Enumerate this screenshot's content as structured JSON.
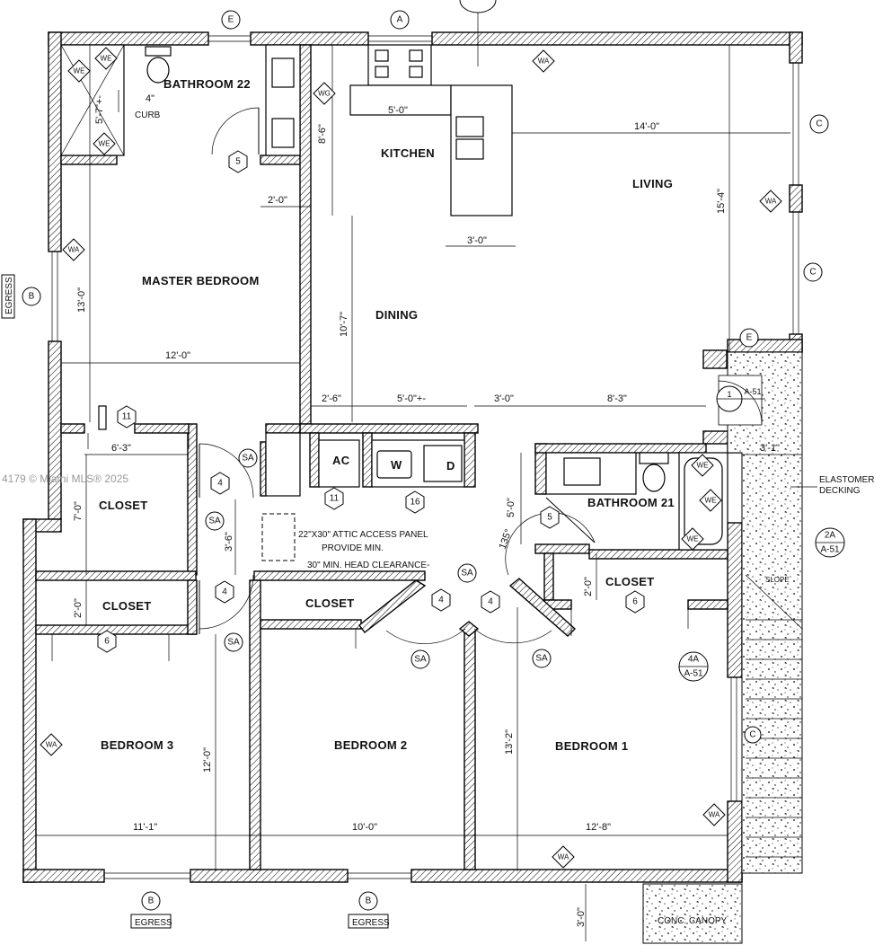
{
  "rooms": {
    "bathroom22": "BATHROOM  22",
    "kitchen": "KITCHEN",
    "living": "LIVING",
    "master": "MASTER BEDROOM",
    "dining": "DINING",
    "closet_a": "CLOSET",
    "closet_b": "CLOSET",
    "closet_c": "CLOSET",
    "closet_d": "CLOSET",
    "bathroom21": "BATHROOM  21",
    "bedroom3": "BEDROOM  3",
    "bedroom2": "BEDROOM  2",
    "bedroom1": "BEDROOM  1",
    "ac": "AC",
    "washer": "W",
    "dryer": "D"
  },
  "dims": {
    "d_5_7": "5'-7\"+-",
    "d_4": "4\"",
    "curb": "CURB",
    "d_8_6": "8'-6\"",
    "d_5_0_kitchen": "5'-0\"",
    "d_14_0": "14'-0\"",
    "d_2_0_master": "2'-0\"",
    "d_3_0_kitchen": "3'-0\"",
    "d_15_4": "15'-4\"",
    "d_13_0": "13'-0\"",
    "d_10_7": "10'-7\"",
    "d_12_0_master": "12'-0\"",
    "d_2_6": "2'-6\"",
    "d_5_0_laundry": "5'-0\"+-",
    "d_3_0_hall": "3'-0\"",
    "d_8_3": "8'-3\"",
    "d_3_1": "3'-1\"",
    "d_6_3": "6'-3\"",
    "d_7_0": "7'-0\"",
    "d_5_0_bath21": "5'-0\"",
    "d_3_6": "3'-6\"",
    "d_135": "135°",
    "d_2_0_closet": "2'-0\"",
    "d_2_0_closet1": "2'-0\"",
    "d_12_0_bed3": "12'-0\"",
    "d_13_2": "13'-2\"",
    "d_11_1": "11'-1\"",
    "d_10_0": "10'-0\"",
    "d_12_8": "12'-8\"",
    "d_3_0_canopy": "3'-0\""
  },
  "notes": {
    "attic_1": "22\"X30\" ATTIC ACCESS PANEL",
    "attic_2": "PROVIDE MIN.",
    "attic_3": "30\" MIN. HEAD CLEARANCE-",
    "deck_1": "ELASTOMERIC",
    "deck_2": "DECKING",
    "slope": "SLOPE",
    "canopy": "CONC. CANOPY",
    "egress_left": "EGRESS",
    "egress_b1": "EGRESS",
    "egress_b2": "EGRESS",
    "watermark": "4179 © Miami MLS® 2025"
  },
  "tags": {
    "e_top": "E",
    "a_top": "A",
    "c_right1": "C",
    "c_right2": "C",
    "e_right": "E",
    "b_left": "B",
    "b_bot1": "B",
    "b_bot2": "B",
    "c_stair": "C",
    "ref_1": "1",
    "ref_1_sheet": "A-51",
    "ref_2a": "2A",
    "ref_2a_sheet": "A-51",
    "ref_4a": "4A",
    "ref_4a_sheet": "A-51",
    "sa_1": "SA",
    "sa_2": "SA",
    "sa_3": "SA",
    "sa_4": "SA",
    "sa_5": "SA",
    "sa_6": "SA"
  },
  "hex": {
    "h5_bath22": "5",
    "h11_hall": "11",
    "h11_ac": "11",
    "h16_laundry": "16",
    "h4_a": "4",
    "h4_b": "4",
    "h4_c": "4",
    "h4_d": "4",
    "h5_bath21": "5",
    "h6_closet": "6",
    "h6_closet1": "6"
  },
  "diamonds": {
    "we_1": "WE",
    "we_2": "WE",
    "we_3": "WE",
    "wg": "WG",
    "wa_top": "WA",
    "wa_living": "WA",
    "wa_master": "WA",
    "we_b21a": "WE",
    "we_b21b": "WE",
    "we_b21c": "WE",
    "wa_bed3": "WA",
    "wa_bed1": "WA",
    "wa_bottom": "WA"
  }
}
